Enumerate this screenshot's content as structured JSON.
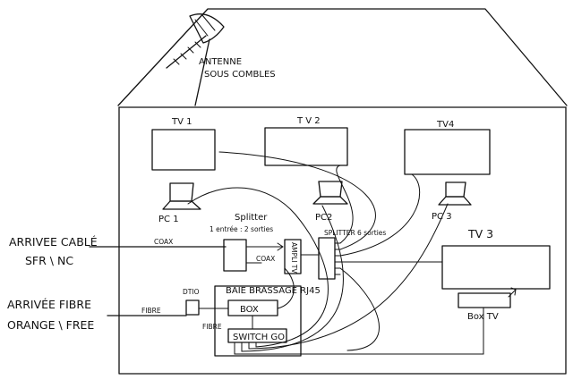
{
  "antenna": {
    "label_1": "ANTENNE",
    "label_2": "SOUS COMBLES"
  },
  "tvs": {
    "tv1": "TV 1",
    "tv2": "T V 2",
    "tv4": "TV4",
    "tv3": "TV 3"
  },
  "pcs": {
    "pc1": "PC 1",
    "pc2": "PC2",
    "pc3": "PC 3"
  },
  "cable_input": {
    "line1": "ARRIVEE CABLÉ",
    "line2": "SFR \\ NC",
    "cable": "COAX"
  },
  "fibre_input": {
    "line1": "ARRIVÉE FIBRE",
    "line2": "ORANGE \\ FREE",
    "cable": "FIBRE"
  },
  "splitter_2": {
    "title": "Splitter",
    "subtitle": "1 entrée : 2 sorties"
  },
  "splitter_6": {
    "label": "SPLITTER 6 sorties"
  },
  "amplifier": {
    "label": "AMPLI TV"
  },
  "coax_inner": "COAX",
  "dti": "DTIO",
  "fibre_short": "FIBRE",
  "patch_panel": "BAIE BRASSAGE RJ45",
  "box": "BOX",
  "switch": "SWITCH GO",
  "box_tv": "Box TV"
}
